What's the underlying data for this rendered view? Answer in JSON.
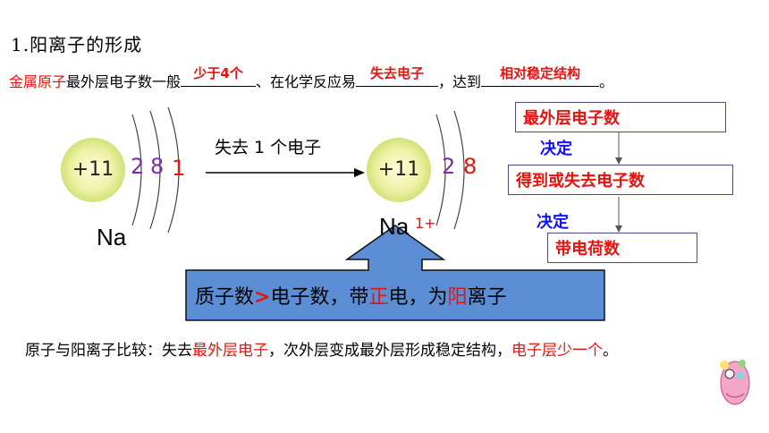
{
  "title": "1.阳离子的形成",
  "sentence": {
    "part1": "金属原子",
    "part2": "最外层电子数一般",
    "blank1": "少于4个",
    "part3": "、在化学反应易",
    "blank2": "失去电子",
    "part4": "，达到",
    "blank3": "相对稳定结构",
    "part5": "。"
  },
  "atom": {
    "nucleus": "+11",
    "shells": [
      "2",
      "8",
      "1"
    ],
    "symbol": "Na"
  },
  "arrow_label": "失去 1 个电子",
  "ion": {
    "nucleus": "+11",
    "shells": [
      "2",
      "8"
    ],
    "symbol": "Na",
    "charge": "1+"
  },
  "flow": {
    "box1": "最外层电子数",
    "decide1": "决定",
    "box2": "得到或失去电子数",
    "decide2": "决定",
    "box3": "带电荷数"
  },
  "callout": {
    "t1": "质子数",
    "t2": ">",
    "t3": "电子数，带",
    "t4": "正",
    "t5": "电，为",
    "t6": "阳",
    "t7": "离子"
  },
  "summary": {
    "s1": "原子与阳离子比较：失去",
    "s2": "最外层电子",
    "s3": "，次外层变成最外层形成稳定结构，",
    "s4": "电子层少一个",
    "s5": "。"
  },
  "colors": {
    "red": "#e8120f",
    "blue": "#1010ff",
    "callout_fill": "#5b8ed4"
  }
}
